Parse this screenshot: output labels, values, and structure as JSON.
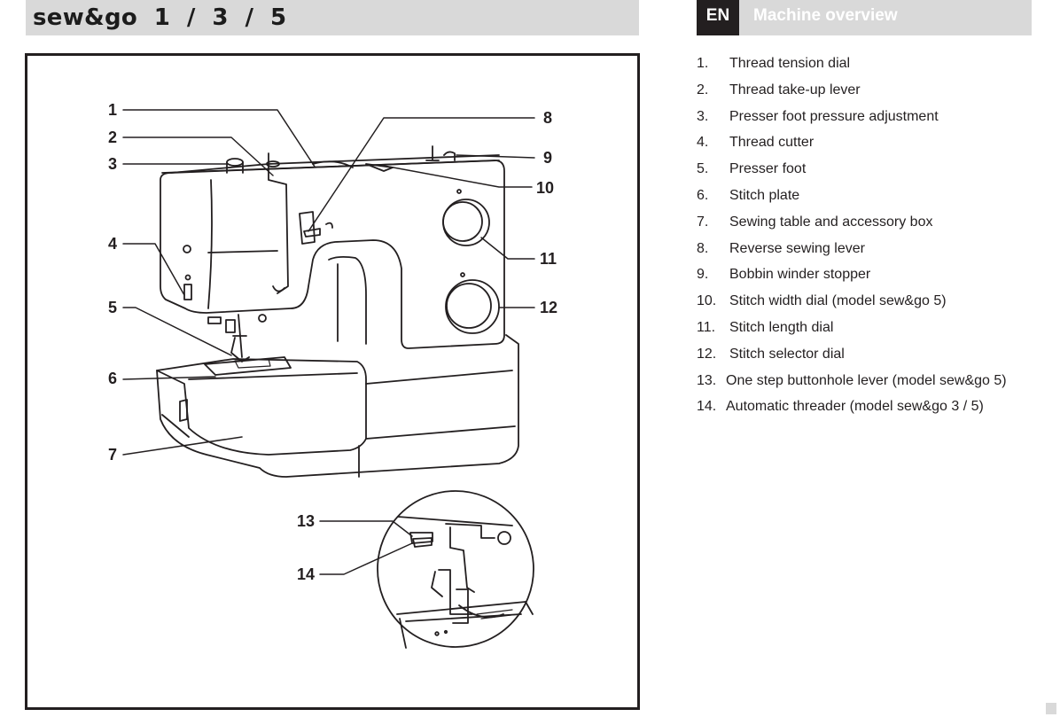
{
  "header": {
    "brand_title": "sew&go  1  /  3  /  5",
    "lang_badge": "EN",
    "section_title": "Machine overview"
  },
  "parts": [
    {
      "num": "1.",
      "label": "Thread tension dial"
    },
    {
      "num": "2.",
      "label": "Thread take-up lever"
    },
    {
      "num": "3.",
      "label": "Presser foot pressure adjustment"
    },
    {
      "num": "4.",
      "label": "Thread cutter"
    },
    {
      "num": "5.",
      "label": "Presser foot"
    },
    {
      "num": "6.",
      "label": "Stitch plate"
    },
    {
      "num": "7.",
      "label": "Sewing table and accessory box"
    },
    {
      "num": "8.",
      "label": "Reverse sewing lever"
    },
    {
      "num": "9.",
      "label": "Bobbin winder stopper"
    },
    {
      "num": "10.",
      "label": "Stitch width dial (model sew&go 5)"
    },
    {
      "num": "11.",
      "label": "Stitch length dial"
    },
    {
      "num": "12.",
      "label": "Stitch selector dial"
    },
    {
      "num": "13.",
      "label": "One step buttonhole lever (model sew&go 5)"
    },
    {
      "num": "14.",
      "label": "Automatic threader (model sew&go 3 / 5)"
    }
  ],
  "callouts": [
    "1",
    "2",
    "3",
    "4",
    "5",
    "6",
    "7",
    "8",
    "9",
    "10",
    "11",
    "12",
    "13",
    "14"
  ],
  "colors": {
    "ink": "#231f20",
    "bar": "#d9d9d9",
    "paper": "#ffffff"
  }
}
